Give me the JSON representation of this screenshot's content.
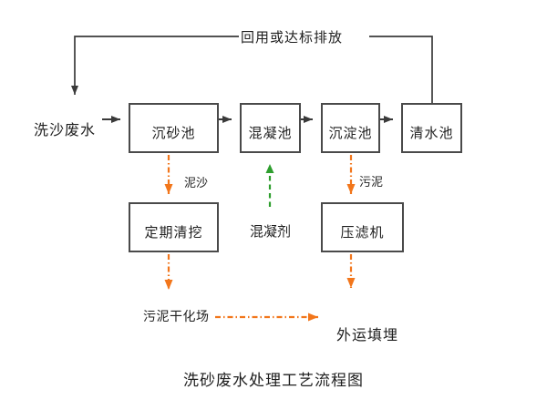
{
  "diagram": {
    "caption": "洗砂废水处理工艺流程图",
    "recycle_label": "回用或达标排放",
    "influent_label": "洗沙废水",
    "process_boxes": {
      "grit_chamber": "沉砂池",
      "coagulation_tank": "混凝池",
      "sedimentation_tank": "沉淀池",
      "clear_water_tank": "清水池"
    },
    "side_boxes": {
      "periodic_dredging": "定期清挖",
      "filter_press": "压滤机"
    },
    "flow_labels": {
      "sediment": "泥沙",
      "coagulant": "混凝剂",
      "sludge": "污泥"
    },
    "terminals": {
      "sludge_drying_field": "污泥干化场",
      "offsite_landfill": "外运填埋"
    },
    "colors": {
      "main_line": "#3a3a3a",
      "box_border": "#4a4a4a",
      "sludge_flow": "#f2761b",
      "coagulant_flow": "#2e9e2e"
    }
  }
}
